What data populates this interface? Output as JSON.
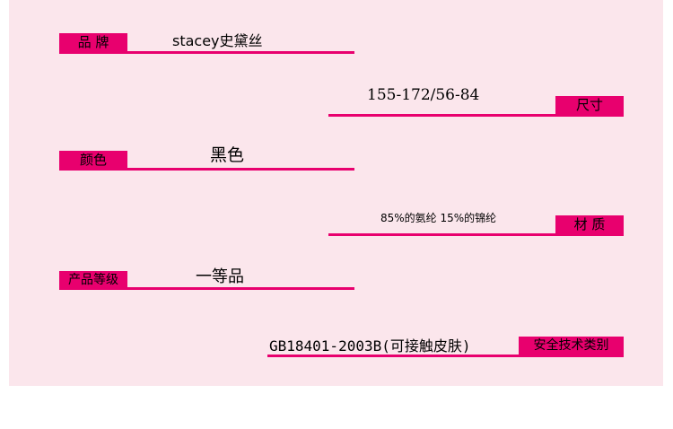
{
  "specs": [
    {
      "label": "品 牌",
      "value": "stacey史黛丝"
    },
    {
      "label": "尺寸",
      "value": "155-172/56-84"
    },
    {
      "label": "颜色",
      "value": "黑色"
    },
    {
      "label": "材 质",
      "value": "85%的氨纶 15%的锦纶"
    },
    {
      "label": "产品等级",
      "value": "一等品"
    },
    {
      "label": "安全技术类别",
      "value": "GB18401-2003B(可接触皮肤)"
    }
  ],
  "colors": {
    "accent": "#e8006e",
    "panel": "#fbe6ec"
  }
}
